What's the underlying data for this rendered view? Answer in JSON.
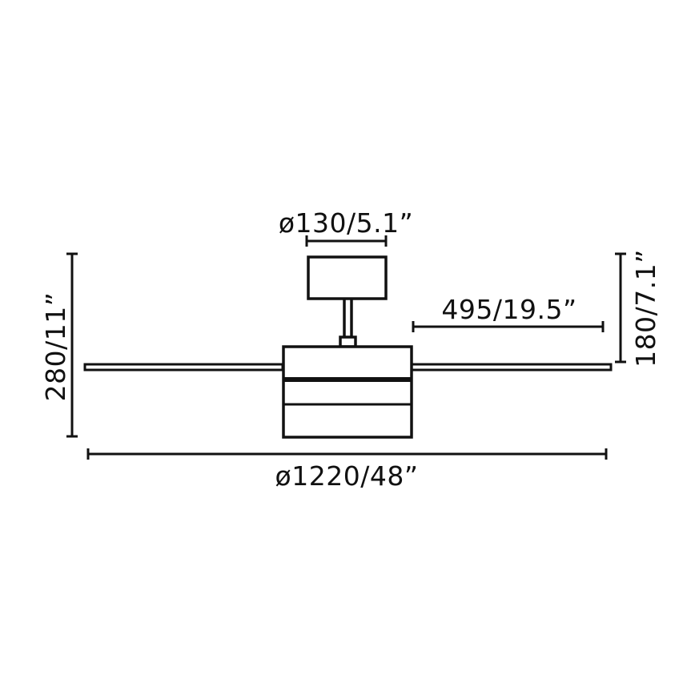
{
  "diagram": {
    "type": "technical-dimension-drawing",
    "subject": "ceiling fan side elevation",
    "colors": {
      "line": "#111111",
      "background": "#ffffff"
    },
    "dimensions": {
      "canopy_diameter": "ø130/5.1”",
      "blade_length": "495/19.5”",
      "motor_height": "180/7.1”",
      "total_height": "280/11”",
      "sweep_diameter": "ø1220/48”"
    }
  }
}
